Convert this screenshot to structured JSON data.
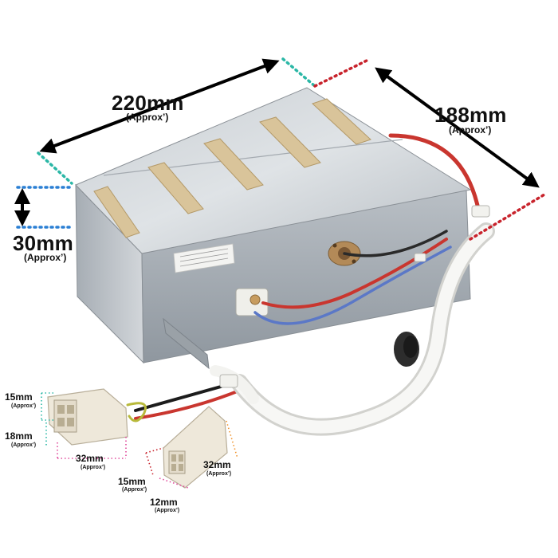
{
  "colors": {
    "teal": "#2bb7a6",
    "red": "#c8232c",
    "blue": "#2a7fd4",
    "magenta": "#e0489a",
    "orange": "#f0922b",
    "arrow": "#000000"
  },
  "dimensions": {
    "width": {
      "value": "220mm",
      "note": "(Approx’)"
    },
    "depth": {
      "value": "188mm",
      "note": "(Approx’)"
    },
    "height": {
      "value": "30mm",
      "note": "(Approx’)"
    },
    "conn1_height_top": {
      "value": "15mm",
      "note": "(Approx’)"
    },
    "conn1_height_bottom": {
      "value": "18mm",
      "note": "(Approx’)"
    },
    "conn1_length": {
      "value": "32mm",
      "note": "(Approx’)"
    },
    "conn2_length": {
      "value": "32mm",
      "note": "(Approx’)"
    },
    "conn2_height": {
      "value": "15mm",
      "note": "(Approx’)"
    },
    "conn2_width": {
      "value": "12mm",
      "note": "(Approx’)"
    }
  }
}
